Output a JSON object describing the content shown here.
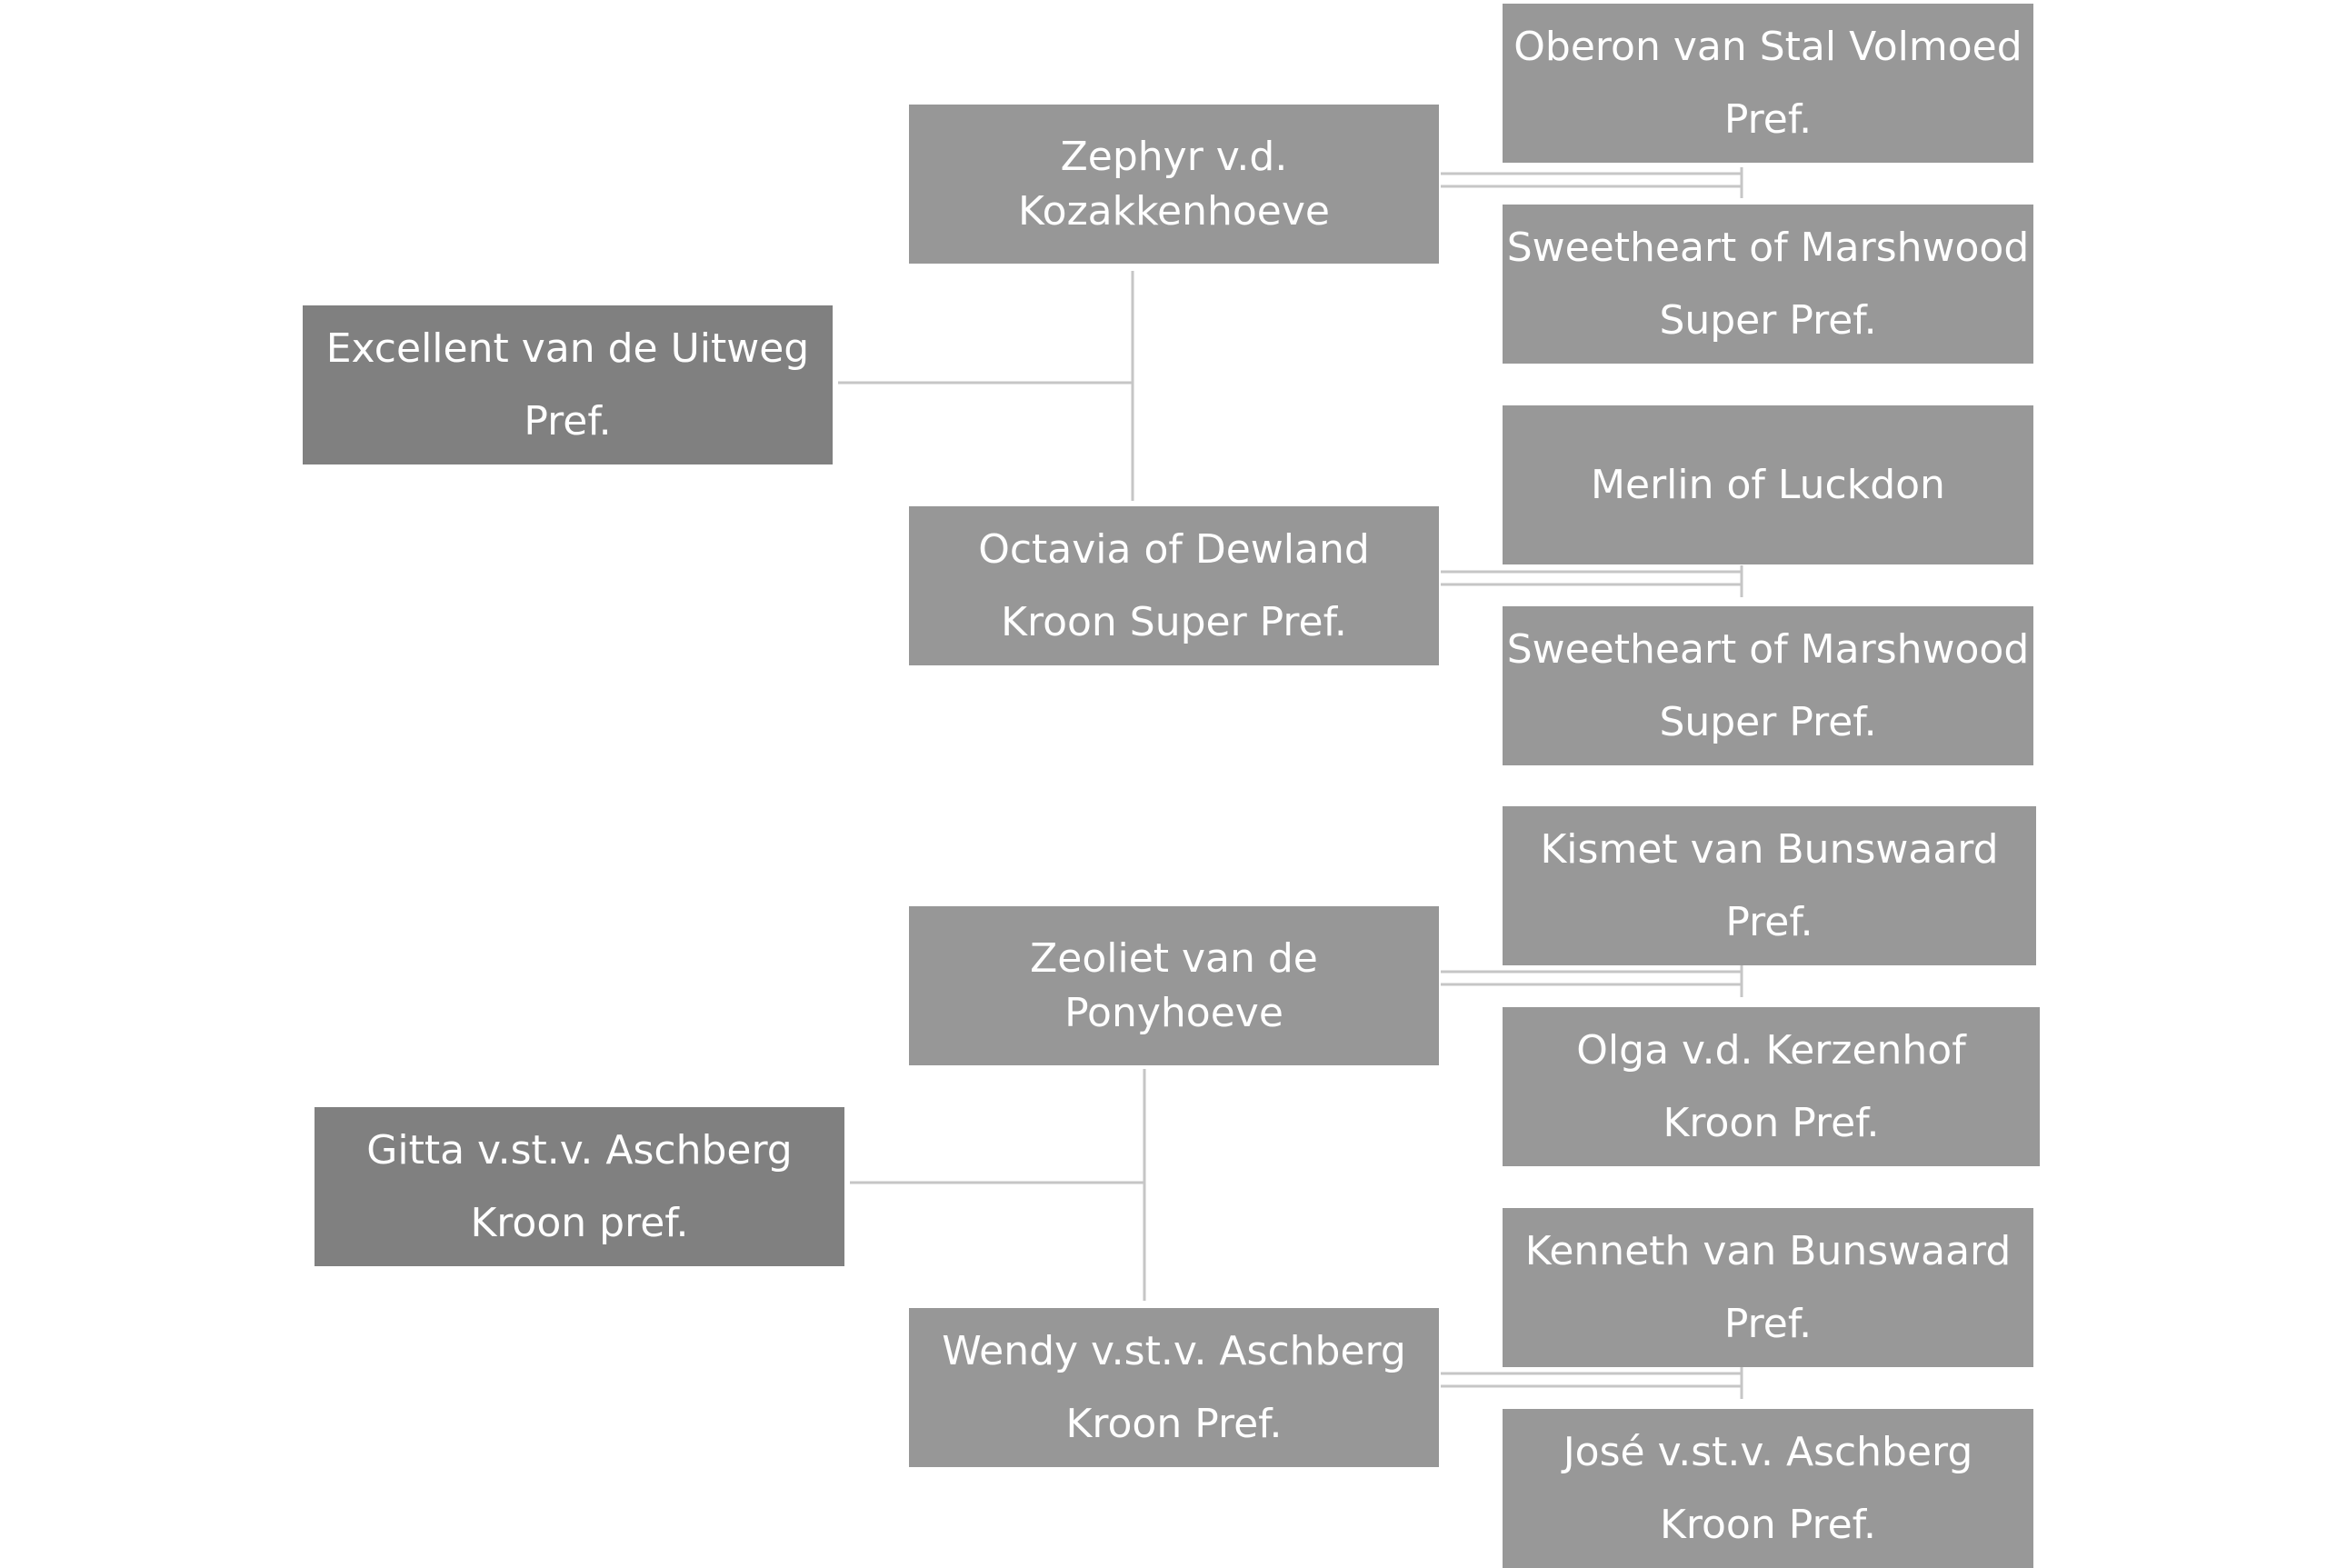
{
  "pedigree": {
    "group1": {
      "subject": {
        "line1": "Excellent van de Uitweg",
        "line2": "Pref."
      },
      "sire": {
        "line1": "Zephyr v.d.",
        "line2": "Kozakkenhoeve"
      },
      "dam": {
        "line1": "Octavia of Dewland",
        "line2": "Kroon Super Pref."
      },
      "sire_sire": {
        "line1": "Oberon van Stal Volmoed",
        "line2": "Pref."
      },
      "sire_dam": {
        "line1": "Sweetheart of Marshwood",
        "line2": "Super Pref."
      },
      "dam_sire": {
        "line1": "Merlin of Luckdon",
        "line2": ""
      },
      "dam_dam": {
        "line1": "Sweetheart of Marshwood",
        "line2": "Super Pref."
      }
    },
    "group2": {
      "subject": {
        "line1": "Gitta v.st.v. Aschberg",
        "line2": "Kroon pref."
      },
      "sire": {
        "line1": "Zeoliet van de",
        "line2": "Ponyhoeve"
      },
      "dam": {
        "line1": "Wendy v.st.v. Aschberg",
        "line2": "Kroon Pref."
      },
      "sire_sire": {
        "line1": "Kismet van Bunswaard",
        "line2": "Pref."
      },
      "sire_dam": {
        "line1": "Olga v.d. Kerzenhof",
        "line2": "Kroon Pref."
      },
      "dam_sire": {
        "line1": "Kenneth van Bunswaard",
        "line2": "Pref."
      },
      "dam_dam": {
        "line1": "José v.st.v. Aschberg",
        "line2": "Kroon Pref."
      }
    }
  },
  "colors": {
    "subject_box": "#808080",
    "parent_box": "#979797",
    "grandparent_box": "#989898",
    "connector": "#c6c6c6",
    "text": "#ffffff"
  }
}
